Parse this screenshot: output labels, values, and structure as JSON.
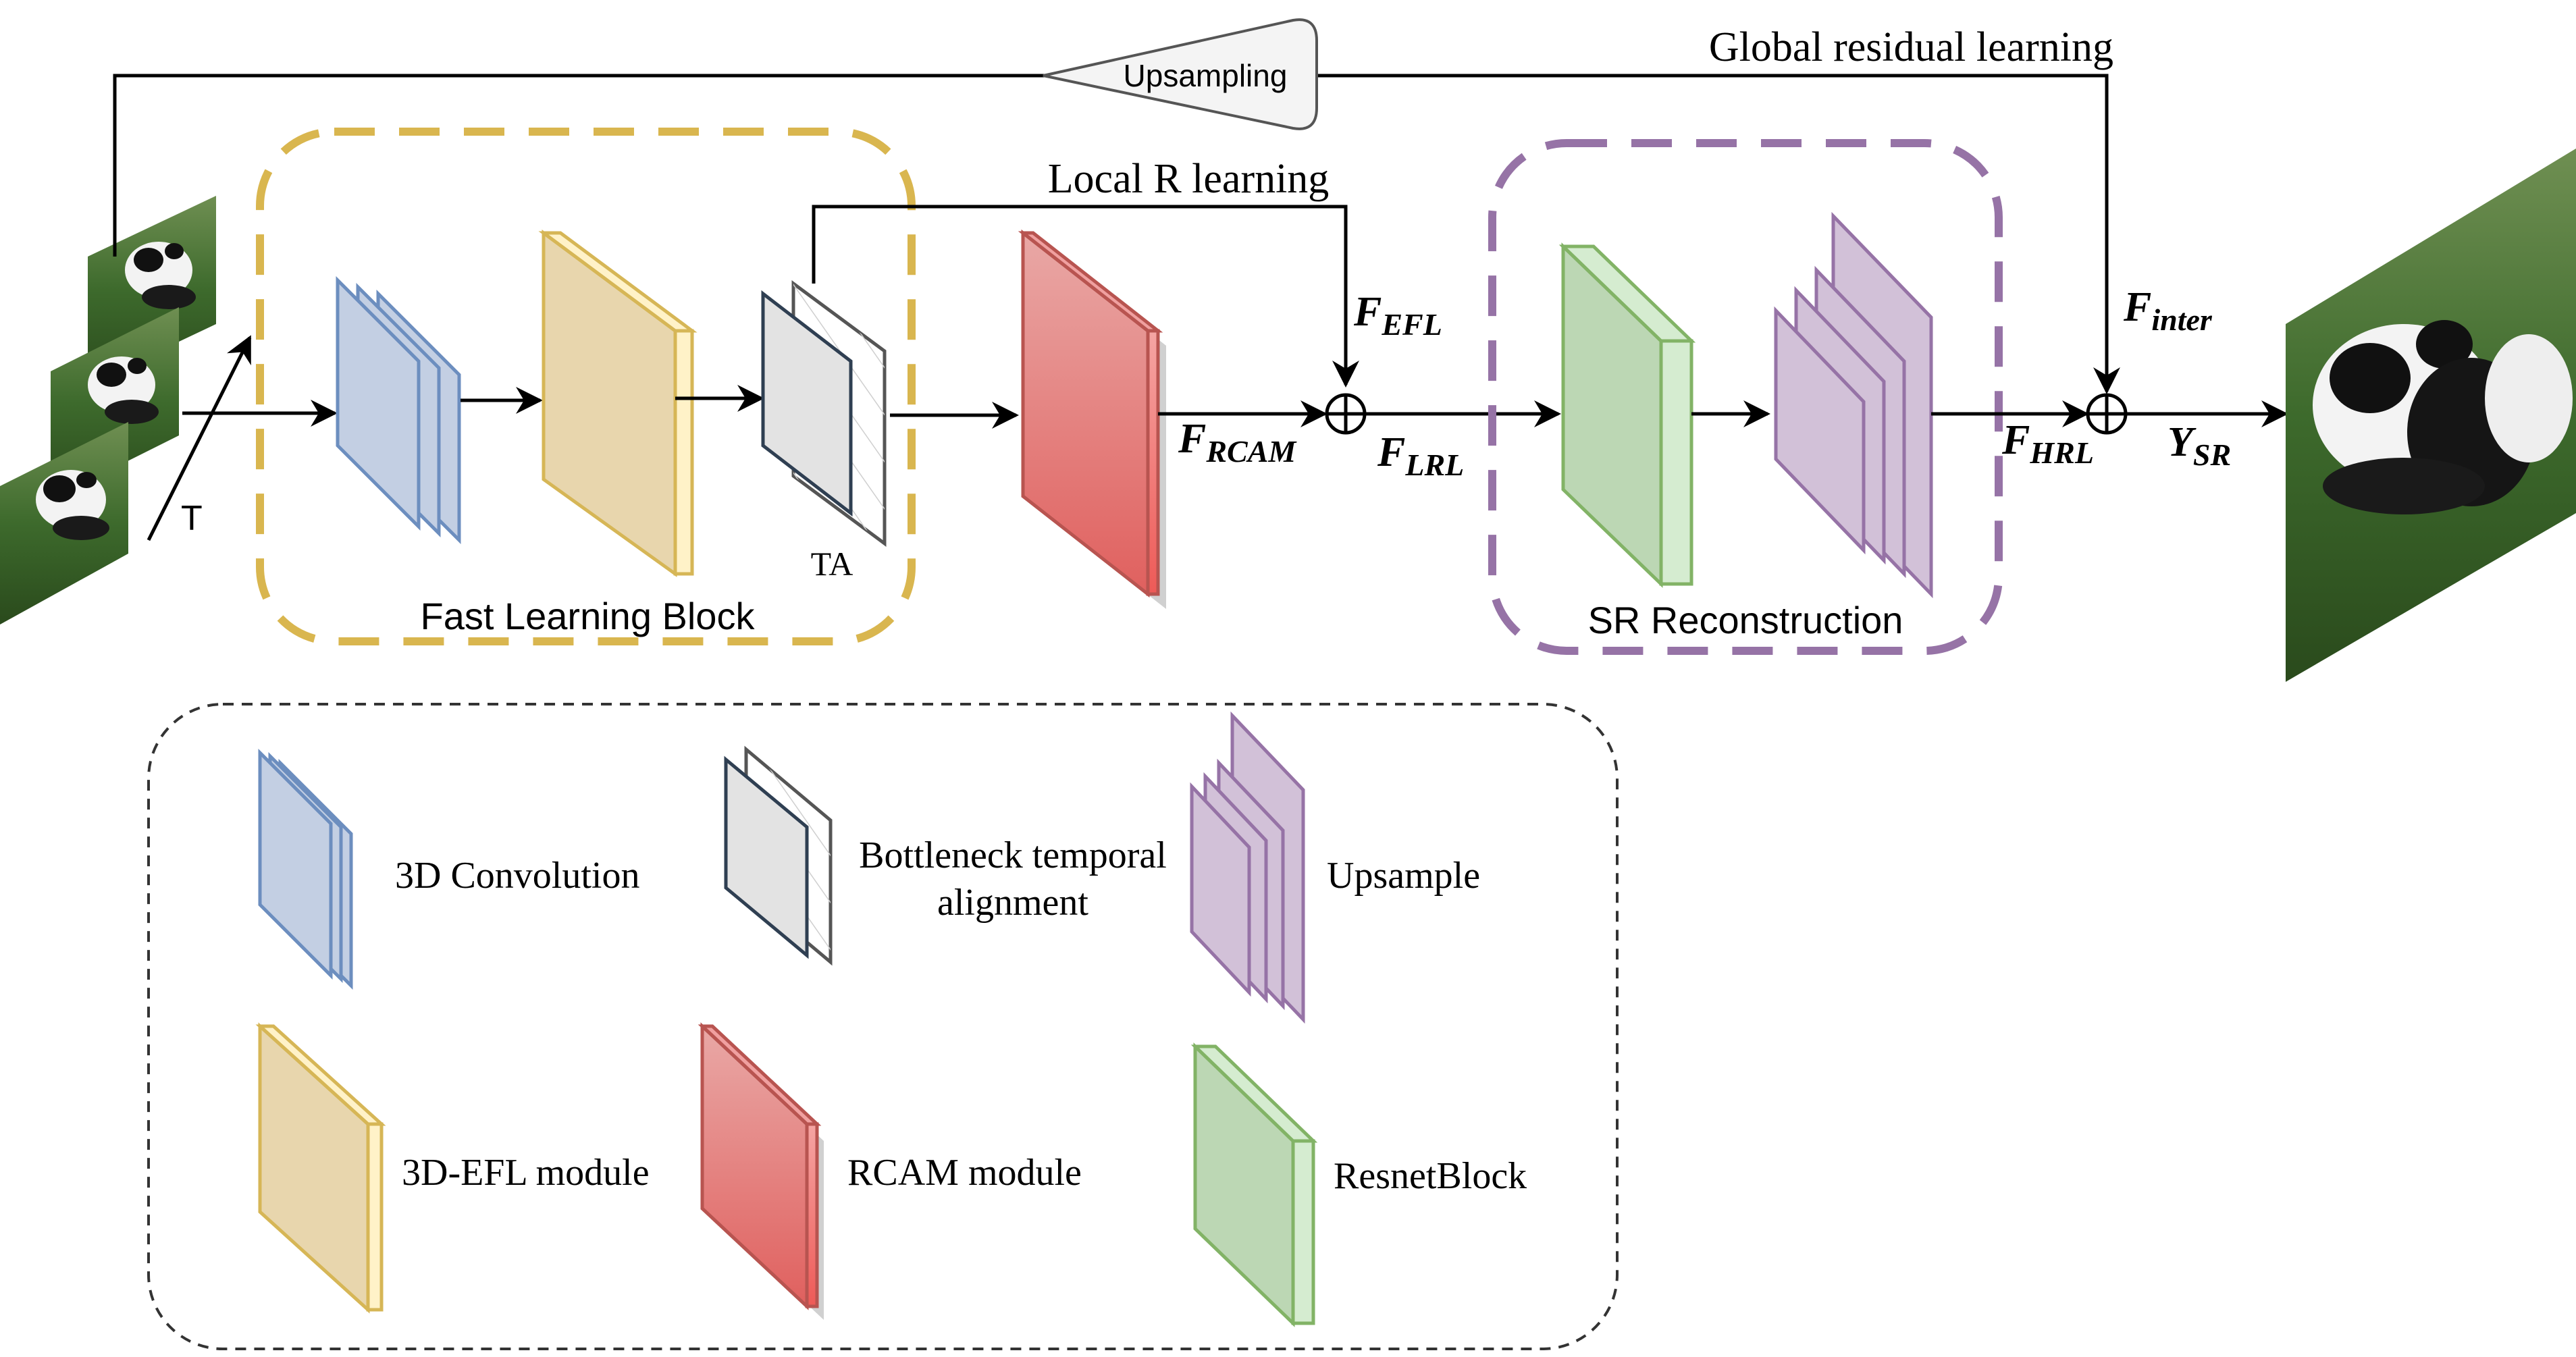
{
  "labels": {
    "global_residual": "Global residual learning",
    "upsampling": "Upsampling",
    "local_r": "Local R learning",
    "fast_block": "Fast Learning Block",
    "sr_reconstruction": "SR Reconstruction",
    "ta": "TA",
    "t_axis": "T"
  },
  "features": {
    "f_efl": {
      "main": "F",
      "sub": "EFL"
    },
    "f_rcam": {
      "main": "F",
      "sub": "RCAM"
    },
    "f_lrl": {
      "main": "F",
      "sub": "LRL"
    },
    "f_inter": {
      "main": "F",
      "sub": "inter"
    },
    "f_hrl": {
      "main": "F",
      "sub": "HRL"
    },
    "y_sr": {
      "main": "Y",
      "sub": "SR"
    }
  },
  "legend": {
    "conv3d": "3D Convolution",
    "bottleneck_line1": "Bottleneck temporal",
    "bottleneck_line2": "alignment",
    "upsample": "Upsample",
    "efl": "3D-EFL module",
    "rcam": "RCAM module",
    "resnet": "ResnetBlock"
  },
  "colors": {
    "conv3d": "#c3cfe3",
    "conv3d_stroke": "#6c8ebf",
    "efl": "#e8d6ad",
    "efl_stroke": "#d6b656",
    "rcam": "#e07070",
    "rcam_stroke": "#b85450",
    "resnet": "#bcd7b4",
    "resnet_stroke": "#82b366",
    "upsample": "#d2c1d8",
    "upsample_stroke": "#9673a6",
    "fast_block_border": "#d9b64f",
    "sr_border": "#9673a6"
  }
}
